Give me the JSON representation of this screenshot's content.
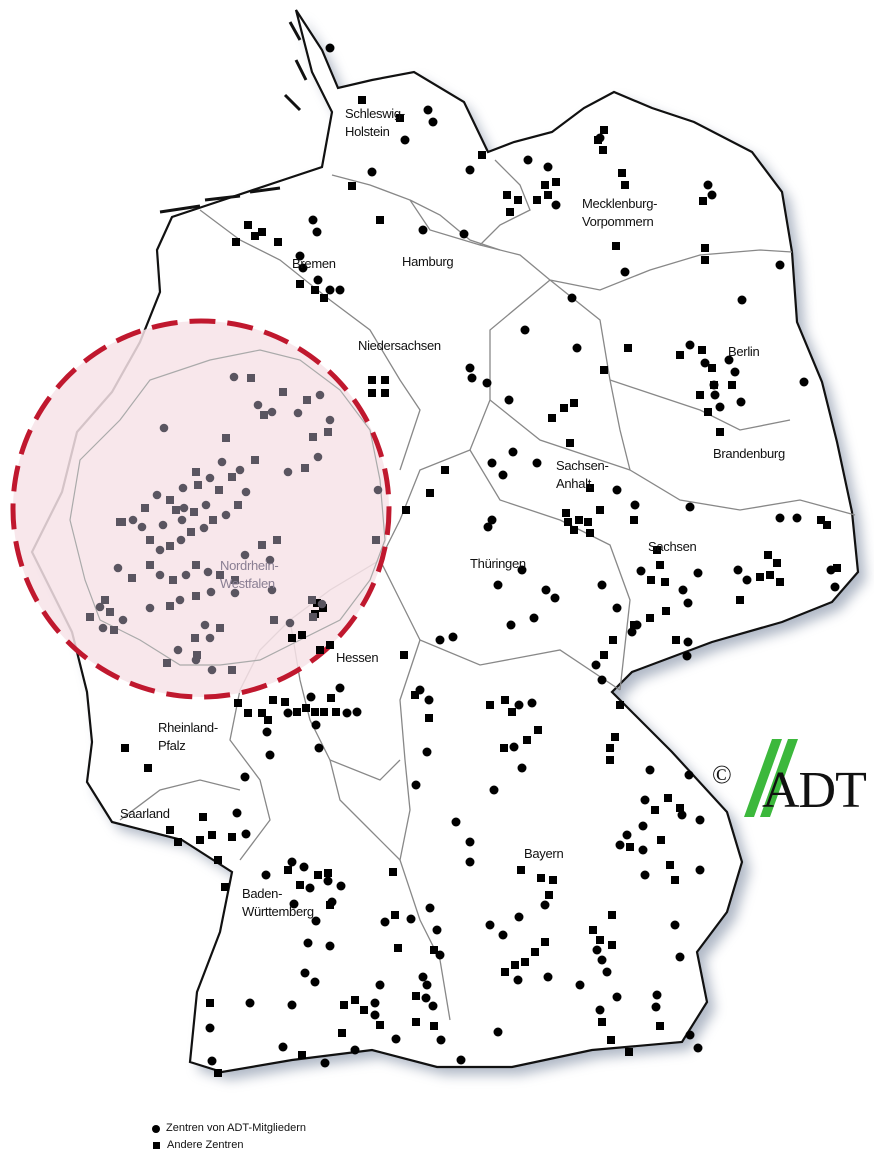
{
  "map": {
    "regions": [
      {
        "id": "sh",
        "label_lines": [
          "Schleswig-",
          "Holstein"
        ]
      },
      {
        "id": "hh",
        "label_lines": [
          "Hamburg"
        ]
      },
      {
        "id": "mv",
        "label_lines": [
          "Mecklenburg-",
          "Vorpommern"
        ]
      },
      {
        "id": "hb",
        "label_lines": [
          "Bremen"
        ]
      },
      {
        "id": "ni",
        "label_lines": [
          "Niedersachsen"
        ]
      },
      {
        "id": "be",
        "label_lines": [
          "Berlin"
        ]
      },
      {
        "id": "bb",
        "label_lines": [
          "Brandenburg"
        ]
      },
      {
        "id": "st",
        "label_lines": [
          "Sachsen-",
          "Anhalt"
        ]
      },
      {
        "id": "nw",
        "label_lines": [
          "Nordrhein-",
          "Westfalen"
        ]
      },
      {
        "id": "th",
        "label_lines": [
          "Thüringen"
        ]
      },
      {
        "id": "sn",
        "label_lines": [
          "Sachsen"
        ]
      },
      {
        "id": "he",
        "label_lines": [
          "Hessen"
        ]
      },
      {
        "id": "rp",
        "label_lines": [
          "Rheinland-",
          "Pfalz"
        ]
      },
      {
        "id": "sl",
        "label_lines": [
          "Saarland"
        ]
      },
      {
        "id": "by",
        "label_lines": [
          "Bayern"
        ]
      },
      {
        "id": "bw",
        "label_lines": [
          "Baden-",
          "Württemberg"
        ]
      }
    ],
    "highlight_color": "#c0182e"
  },
  "legend": {
    "member_centers": "Zentren von ADT-Mitgliedern",
    "other_centers": "Andere Zentren"
  },
  "copyright_symbol": "©",
  "logo": {
    "text": "ADT",
    "stripe_color": "#3cb83c"
  }
}
